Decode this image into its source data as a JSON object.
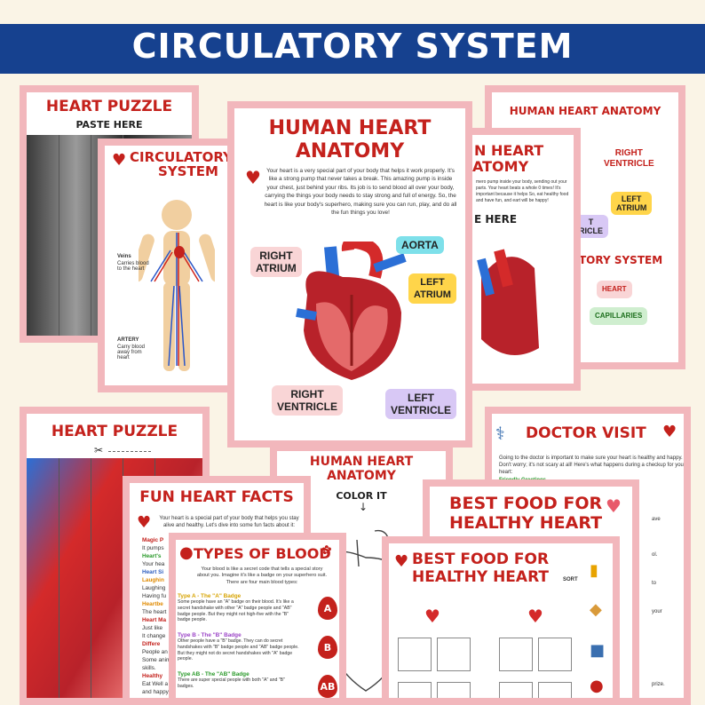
{
  "banner": {
    "title": "CIRCULATORY SYSTEM"
  },
  "heart_puzzle_1": {
    "title": "HEART PUZZLE",
    "subtitle": "PASTE HERE"
  },
  "circulatory_card": {
    "title_line1": "CIRCULATORY",
    "title_line2": "SYSTEM",
    "veins_label": "Veins",
    "veins_desc": "Carries blood to the heart",
    "artery_label": "ARTERY",
    "artery_desc": "Carry blood away from heart"
  },
  "anatomy_main": {
    "title_line1": "HUMAN HEART",
    "title_line2": "ANATOMY",
    "body": "Your heart is a very special part of your body that helps it work properly. It's like a strong pump that never takes a break. This amazing pump is inside your chest, just behind your ribs. Its job is to send blood all over your body, carrying the things your body needs to stay strong and full of energy. So, the heart is like your body's superhero, making sure you can run, play, and do all the fun things you love!",
    "labels": {
      "right_atrium": "RIGHT\nATRIUM",
      "aorta": "AORTA",
      "left_atrium": "LEFT\nATRIUM",
      "right_ventricle": "RIGHT\nVENTRICLE",
      "left_ventricle": "LEFT\nVENTRICLE"
    }
  },
  "anatomy_back": {
    "title_line1": "N HEART",
    "title_line2": "ATOMY",
    "body": "mero pump inside your body, sending out your parts. Your heart beats a whole 0 times! It's important because it helps So, eat healthy food and have fun, and eart will be happy!",
    "paste": "E HERE"
  },
  "anatomy_labels": {
    "title": "HUMAN HEART ANATOMY",
    "right_ventricle": "RIGHT\nVENTRICLE",
    "left_atrium": "LEFT\nATRIUM",
    "left_ventricle": "T\nRICLE",
    "system": "TORY SYSTEM",
    "heart": "HEART",
    "capillaries": "CAPILLARIES"
  },
  "heart_puzzle_2": {
    "title": "HEART PUZZLE"
  },
  "coloring": {
    "title_line1": "HUMAN HEART",
    "title_line2": "ANATOMY",
    "color_it": "COLOR IT"
  },
  "doctor": {
    "title": "DOCTOR VISIT",
    "body": "Going to the doctor is important to make sure your heart is healthy and happy. Don't worry; it's not scary at all! Here's what happens during a checkup for your heart:",
    "greeting": "Friendly Greetings",
    "side_words": [
      "ave",
      "ol.",
      "to",
      "your",
      "prize."
    ]
  },
  "facts": {
    "title": "FUN HEART FACTS",
    "body": "Your heart is a special part of your body that helps you stay alive and healthy. Let's dive into some fun facts about it:",
    "items": [
      {
        "t": "Magic P",
        "c": "#c4211c"
      },
      {
        "t": "It pumps",
        "c": "#333"
      },
      {
        "t": "Heart's",
        "c": "#2a9a2a"
      },
      {
        "t": "Your hea",
        "c": "#333"
      },
      {
        "t": "Heart Si",
        "c": "#3060c0"
      },
      {
        "t": "Laughin",
        "c": "#e08a00"
      },
      {
        "t": "Laughing",
        "c": "#333"
      },
      {
        "t": "Having fu",
        "c": "#333"
      },
      {
        "t": "Heartbe",
        "c": "#e08a00"
      },
      {
        "t": "The heart",
        "c": "#333"
      },
      {
        "t": "Heart Ma",
        "c": "#c4211c"
      },
      {
        "t": "Just like",
        "c": "#333"
      },
      {
        "t": "It change",
        "c": "#333"
      },
      {
        "t": "Differe",
        "c": "#c4211c"
      },
      {
        "t": "People an",
        "c": "#333"
      },
      {
        "t": "Some anim",
        "c": "#333"
      },
      {
        "t": "skills.",
        "c": "#333"
      },
      {
        "t": "Healthy",
        "c": "#c4211c"
      },
      {
        "t": "Eat Well a",
        "c": "#333"
      },
      {
        "t": "and happy",
        "c": "#333"
      }
    ]
  },
  "blood": {
    "title": "TYPES OF BLOOD",
    "intro": "Your blood is like a secret code that tells a special story about you. Imagine it's like a badge on your superhero suit. There are four main blood types:",
    "types": [
      {
        "head": "Type A - The \"A\" Badge",
        "text": "Some people have an \"A\" badge on their blood. It's like a secret handshake with other \"A\" badge people and \"AB\" badge people. But they might not high-five with the \"B\" badge people.",
        "drop": "A",
        "color": "#d7a300"
      },
      {
        "head": "Type B - The \"B\" Badge",
        "text": "Other people have a \"B\" badge. They can do secret handshakes with \"B\" badge people and \"AB\" badge people. But they might not do secret handshakes with \"A\" badge people.",
        "drop": "B",
        "color": "#9b44c7"
      },
      {
        "head": "Type AB - The \"AB\" Badge",
        "text": "There are super special people with both \"A\" and \"B\" badges.",
        "drop": "AB",
        "color": "#2a9a2a"
      }
    ]
  },
  "food_back": {
    "title_line1": "BEST FOOD FOR",
    "title_line2": "HEALTHY HEART"
  },
  "food_front": {
    "title_line1": "BEST FOOD FOR",
    "title_line2": "HEALTHY HEART",
    "sort": "SORT"
  }
}
